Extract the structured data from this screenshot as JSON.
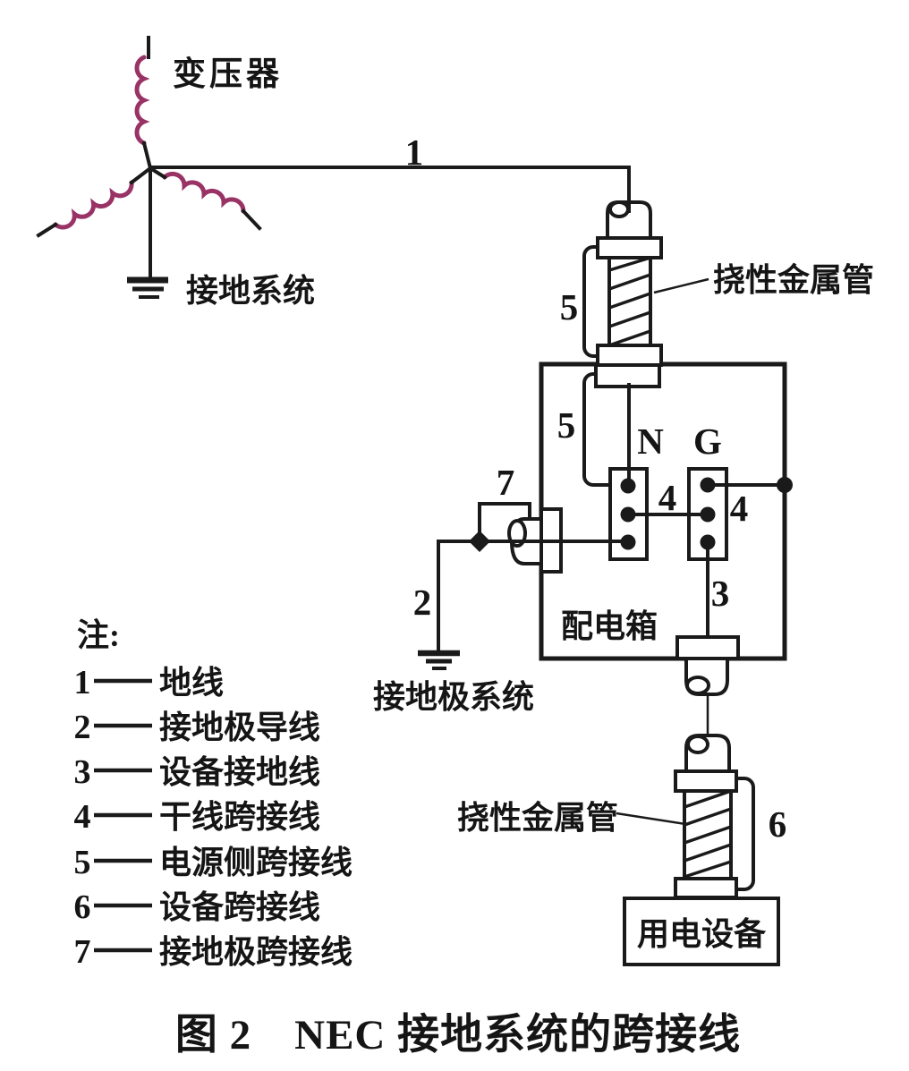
{
  "figure": {
    "caption": "图 2　NEC 接地系统的跨接线",
    "labels": {
      "transformer": "变压器",
      "grounding_system": "接地系统",
      "flexible_conduit_top": "挠性金属管",
      "flexible_conduit_bottom": "挠性金属管",
      "distribution_box": "配电箱",
      "grounding_electrode_system": "接地极系统",
      "equipment": "用电设备"
    },
    "terminals": {
      "neutral_bar": "N",
      "ground_bar": "G"
    },
    "wire_numbers": {
      "ground_wire": "1",
      "grounding_electrode_conductor": "2",
      "equipment_grounding_wire": "3",
      "main_bonding_jumper": "4",
      "main_bonding_jumper_right": "4",
      "supply_side_jumper_outer": "5",
      "supply_side_jumper_inner": "5",
      "equipment_bonding_jumper": "6",
      "grounding_electrode_jumper": "7"
    },
    "legend": {
      "heading": "注:",
      "items": [
        {
          "num": "1",
          "label": "地线"
        },
        {
          "num": "2",
          "label": "接地极导线"
        },
        {
          "num": "3",
          "label": "设备接地线"
        },
        {
          "num": "4",
          "label": "干线跨接线"
        },
        {
          "num": "5",
          "label": "电源侧跨接线"
        },
        {
          "num": "6",
          "label": "设备跨接线"
        },
        {
          "num": "7",
          "label": "接地极跨接线"
        }
      ]
    },
    "colors": {
      "line": "#1a1a1a",
      "coil": "#993366",
      "background": "#ffffff"
    }
  }
}
